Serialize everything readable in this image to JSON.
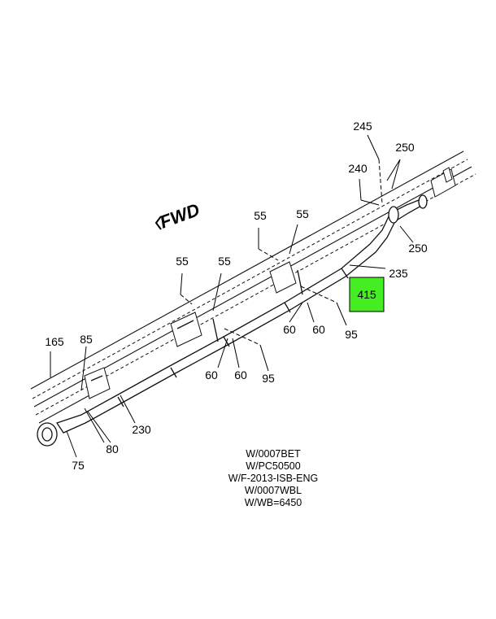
{
  "direction_label": "FWD",
  "highlight": {
    "label": "415",
    "color": "#44ee22"
  },
  "callouts": {
    "c245": "245",
    "c250a": "250",
    "c240": "240",
    "c250b": "250",
    "c235": "235",
    "c55a": "55",
    "c55b": "55",
    "c55c": "55",
    "c55d": "55",
    "c60a": "60",
    "c60b": "60",
    "c60c": "60",
    "c60d": "60",
    "c95a": "95",
    "c95b": "95",
    "c165": "165",
    "c85": "85",
    "c230": "230",
    "c80": "80",
    "c75": "75"
  },
  "notes": [
    "W/0007BET",
    "W/PC50500",
    "W/F-2013-ISB-ENG",
    "W/0007WBL",
    "W/WB=6450"
  ]
}
